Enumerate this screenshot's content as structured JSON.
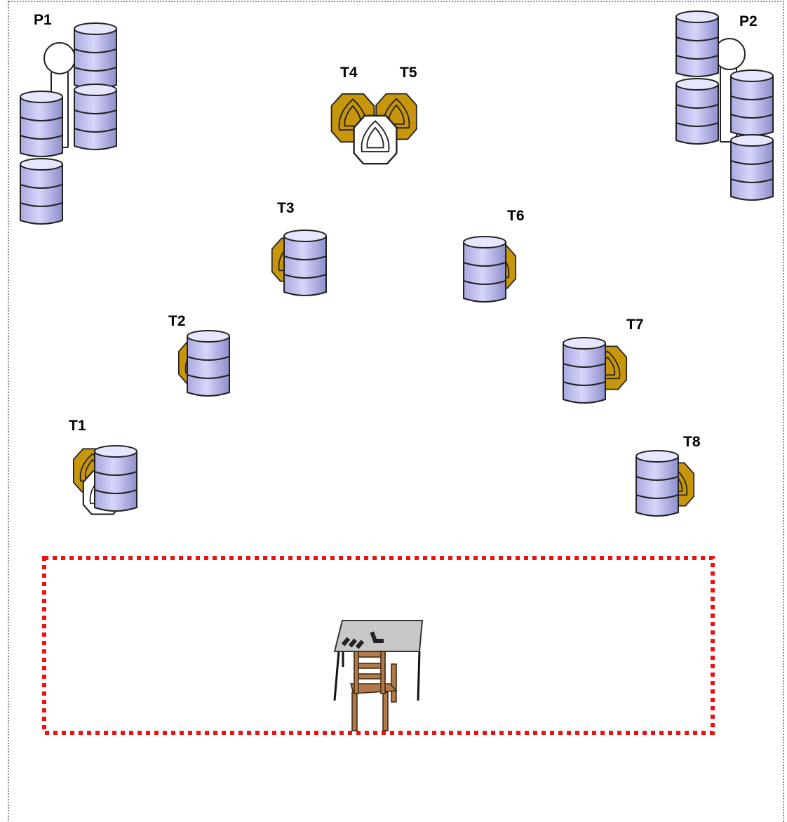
{
  "diagram": {
    "labels": {
      "p1": "P1",
      "p2": "P2",
      "t1": "T1",
      "t2": "T2",
      "t3": "T3",
      "t4": "T4",
      "t5": "T5",
      "t6": "T6",
      "t7": "T7",
      "t8": "T8"
    },
    "colors": {
      "barrel": "#c4c4f2",
      "barrel_dark": "#8c8cc8",
      "target_gold": "#c8960a",
      "no_shoot_white": "#ffffff",
      "shooting_box": "#ee1111",
      "border": "#666666",
      "table_top": "#c8c8c8",
      "chair": "#b07a4a"
    },
    "icons": {
      "barrel": "barrel-icon",
      "steel_target": "octagon-target-icon",
      "no_shoot": "no-shoot-target-icon",
      "popper": "popper-icon",
      "table": "table-icon",
      "chair": "chair-icon"
    }
  }
}
